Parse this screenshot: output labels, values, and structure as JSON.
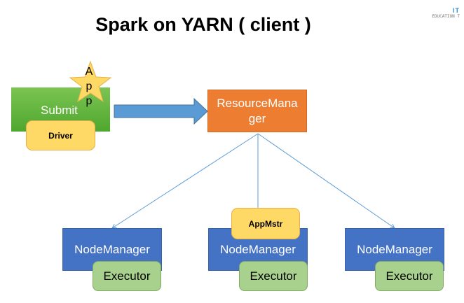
{
  "title": "Spark on YARN ( client )",
  "logo": {
    "line1": "IT",
    "line2": "EDUCATION T"
  },
  "submit": {
    "label": "Submit",
    "driver": "Driver",
    "app_star": [
      "A",
      "p",
      "p"
    ]
  },
  "resource_manager": {
    "label_line1": "ResourceMana",
    "label_line2": "ger"
  },
  "node_managers": [
    {
      "label": "NodeManager",
      "executor": "Executor"
    },
    {
      "label": "NodeManager",
      "executor": "Executor",
      "app_master": "AppMstr"
    },
    {
      "label": "NodeManager",
      "executor": "Executor"
    }
  ],
  "colors": {
    "submit": "#70ad47",
    "resource_manager": "#ed7d31",
    "node_manager": "#4472c4",
    "executor": "#a9d18e",
    "driver": "#ffd966",
    "arrow": "#5b9bd5",
    "star": "#ffd966"
  }
}
